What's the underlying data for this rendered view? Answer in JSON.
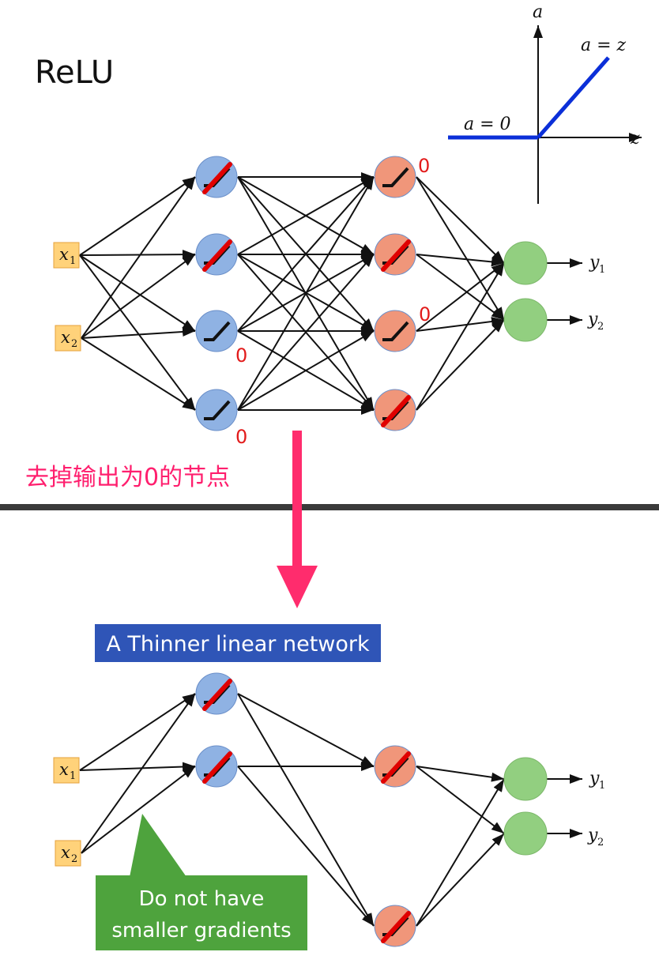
{
  "title": "ReLU",
  "relu_plot": {
    "x_axis": "z",
    "y_axis": "a",
    "left_label": "a = 0",
    "right_label": "a = z",
    "line_color": "#0b2fd8"
  },
  "inputs": {
    "x1": {
      "base": "x",
      "sub": "1"
    },
    "x2": {
      "base": "x",
      "sub": "2"
    }
  },
  "outputs": {
    "y1": {
      "base": "y",
      "sub": "1"
    },
    "y2": {
      "base": "y",
      "sub": "2"
    }
  },
  "zero_labels": [
    "0",
    "0",
    "0",
    "0"
  ],
  "instruction": "去掉输出为0的节点",
  "thin_network_label": "A Thinner linear network",
  "callout": {
    "line1": "Do not have",
    "line2": "smaller gradients"
  },
  "colors": {
    "hidden1": "#8fb2e3",
    "hidden2": "#f0967a",
    "output": "#92cf80",
    "input_box": "#ffd27a",
    "zero_text": "#e21b1b",
    "instruction_text": "#ff1f6e",
    "arrow": "#ff2c6d",
    "banner_bg": "#2f55b7",
    "callout_bg": "#4ea33d",
    "divider": "#3a3a3a"
  },
  "icons": {
    "relu_node": "relu-node-icon",
    "active_relu": "relu-active-icon",
    "inactive_relu": "relu-inactive-icon"
  }
}
